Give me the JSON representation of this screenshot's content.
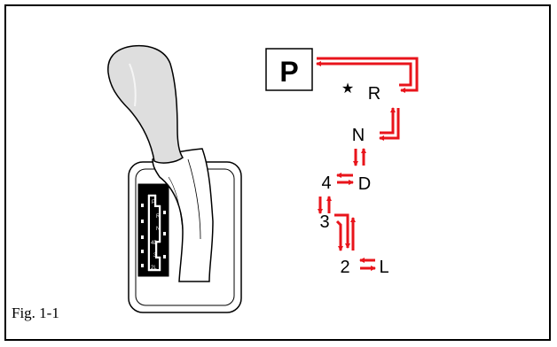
{
  "figure": {
    "caption": "Fig. 1-1"
  },
  "shift_positions": {
    "park": "P",
    "reverse": "R",
    "neutral": "N",
    "fourth": "4",
    "drive": "D",
    "third": "3",
    "second": "2",
    "low": "L"
  },
  "gate_labels": [
    "P",
    "R",
    "N",
    "4D",
    "3",
    "2L"
  ],
  "colors": {
    "arrow": "#e8141b",
    "outline": "#000000",
    "knob": "#dedede",
    "gate": "#000000"
  },
  "icons": {
    "star": "star-icon"
  }
}
